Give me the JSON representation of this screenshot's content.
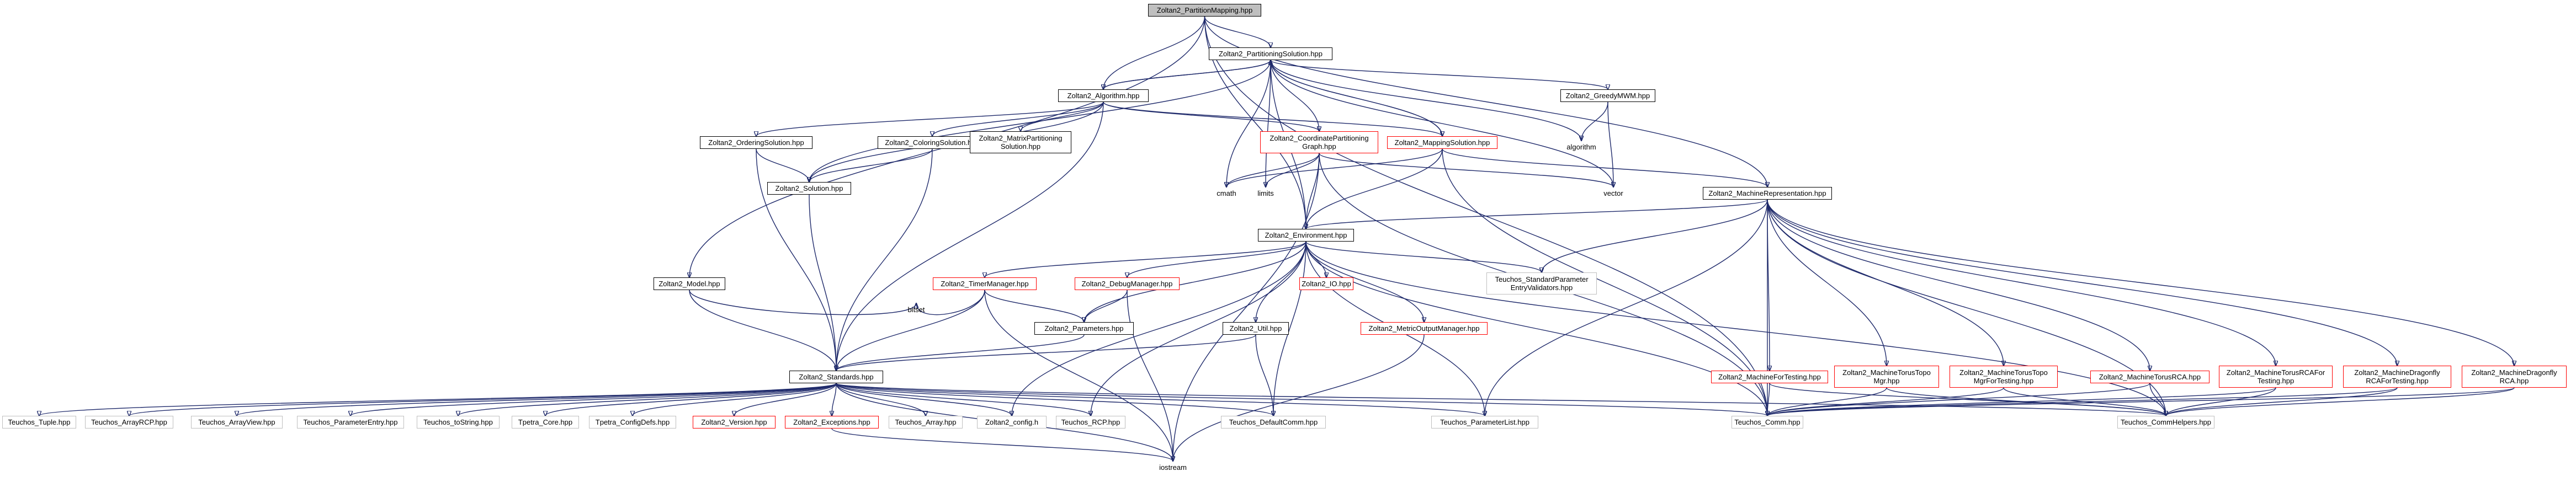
{
  "colors": {
    "edge": "#1f2a6b",
    "root_fill": "#bfbfbf",
    "red_border": "#ff0000",
    "grey_border": "#bfbfbf"
  },
  "nodes": [
    {
      "id": "root",
      "label": "Zoltan2_PartitionMapping.hpp",
      "style": "root"
    },
    {
      "id": "psol",
      "label": "Zoltan2_PartitioningSolution.hpp",
      "style": "normal"
    },
    {
      "id": "alg",
      "label": "Zoltan2_Algorithm.hpp",
      "style": "normal"
    },
    {
      "id": "greedy",
      "label": "Zoltan2_GreedyMWM.hpp",
      "style": "normal"
    },
    {
      "id": "algorithm",
      "label": "algorithm",
      "style": "plain"
    },
    {
      "id": "ordsol",
      "label": "Zoltan2_OrderingSolution.hpp",
      "style": "normal"
    },
    {
      "id": "colsol",
      "label": "Zoltan2_ColoringSolution.hpp",
      "style": "normal"
    },
    {
      "id": "mpsol",
      "label": "Zoltan2_MatrixPartitioning\nSolution.hpp",
      "style": "normal"
    },
    {
      "id": "cpg",
      "label": "Zoltan2_CoordinatePartitioning\nGraph.hpp",
      "style": "red"
    },
    {
      "id": "mapsol",
      "label": "Zoltan2_MappingSolution.hpp",
      "style": "red"
    },
    {
      "id": "sol",
      "label": "Zoltan2_Solution.hpp",
      "style": "normal"
    },
    {
      "id": "cmath",
      "label": "cmath",
      "style": "plain"
    },
    {
      "id": "limits",
      "label": "limits",
      "style": "plain"
    },
    {
      "id": "vector",
      "label": "vector",
      "style": "plain"
    },
    {
      "id": "mrep",
      "label": "Zoltan2_MachineRepresentation.hpp",
      "style": "normal"
    },
    {
      "id": "env",
      "label": "Zoltan2_Environment.hpp",
      "style": "normal"
    },
    {
      "id": "model",
      "label": "Zoltan2_Model.hpp",
      "style": "normal"
    },
    {
      "id": "timer",
      "label": "Zoltan2_TimerManager.hpp",
      "style": "red"
    },
    {
      "id": "debug",
      "label": "Zoltan2_DebugManager.hpp",
      "style": "red"
    },
    {
      "id": "io",
      "label": "Zoltan2_IO.hpp",
      "style": "red"
    },
    {
      "id": "teuspv",
      "label": "Teuchos_StandardParameter\nEntryValidators.hpp",
      "style": "grey"
    },
    {
      "id": "bitset",
      "label": "bitset",
      "style": "plain"
    },
    {
      "id": "params",
      "label": "Zoltan2_Parameters.hpp",
      "style": "normal"
    },
    {
      "id": "util",
      "label": "Zoltan2_Util.hpp",
      "style": "normal"
    },
    {
      "id": "metric",
      "label": "Zoltan2_MetricOutputManager.hpp",
      "style": "red"
    },
    {
      "id": "std",
      "label": "Zoltan2_Standards.hpp",
      "style": "normal"
    },
    {
      "id": "mft",
      "label": "Zoltan2_MachineForTesting.hpp",
      "style": "red"
    },
    {
      "id": "mtm",
      "label": "Zoltan2_MachineTorusTopo\nMgr.hpp",
      "style": "red"
    },
    {
      "id": "mtmt",
      "label": "Zoltan2_MachineTorusTopo\nMgrForTesting.hpp",
      "style": "red"
    },
    {
      "id": "mtrca",
      "label": "Zoltan2_MachineTorusRCA.hpp",
      "style": "red"
    },
    {
      "id": "mtrcat",
      "label": "Zoltan2_MachineTorusRCAFor\nTesting.hpp",
      "style": "red"
    },
    {
      "id": "mdrt",
      "label": "Zoltan2_MachineDragonfly\nRCAForTesting.hpp",
      "style": "red"
    },
    {
      "id": "mdr",
      "label": "Zoltan2_MachineDragonfly\nRCA.hpp",
      "style": "red"
    },
    {
      "id": "tuple",
      "label": "Teuchos_Tuple.hpp",
      "style": "grey"
    },
    {
      "id": "arcp",
      "label": "Teuchos_ArrayRCP.hpp",
      "style": "grey"
    },
    {
      "id": "aview",
      "label": "Teuchos_ArrayView.hpp",
      "style": "grey"
    },
    {
      "id": "pentry",
      "label": "Teuchos_ParameterEntry.hpp",
      "style": "grey"
    },
    {
      "id": "tostr",
      "label": "Teuchos_toString.hpp",
      "style": "grey"
    },
    {
      "id": "tcore",
      "label": "Tpetra_Core.hpp",
      "style": "grey"
    },
    {
      "id": "tconf",
      "label": "Tpetra_ConfigDefs.hpp",
      "style": "grey"
    },
    {
      "id": "ver",
      "label": "Zoltan2_Version.hpp",
      "style": "red"
    },
    {
      "id": "exc",
      "label": "Zoltan2_Exceptions.hpp",
      "style": "red"
    },
    {
      "id": "tarr",
      "label": "Teuchos_Array.hpp",
      "style": "grey"
    },
    {
      "id": "zconf",
      "label": "Zoltan2_config.h",
      "style": "grey"
    },
    {
      "id": "trcp",
      "label": "Teuchos_RCP.hpp",
      "style": "grey"
    },
    {
      "id": "dcomm",
      "label": "Teuchos_DefaultComm.hpp",
      "style": "grey"
    },
    {
      "id": "plist",
      "label": "Teuchos_ParameterList.hpp",
      "style": "grey"
    },
    {
      "id": "tcomm",
      "label": "Teuchos_Comm.hpp",
      "style": "grey"
    },
    {
      "id": "tch",
      "label": "Teuchos_CommHelpers.hpp",
      "style": "grey"
    },
    {
      "id": "iostream",
      "label": "iostream",
      "style": "plain"
    }
  ],
  "edges": [
    [
      "root",
      "psol"
    ],
    [
      "root",
      "alg"
    ],
    [
      "root",
      "model"
    ],
    [
      "root",
      "env"
    ],
    [
      "root",
      "mrep"
    ],
    [
      "root",
      "tcomm"
    ],
    [
      "psol",
      "alg"
    ],
    [
      "psol",
      "greedy"
    ],
    [
      "psol",
      "algorithm"
    ],
    [
      "psol",
      "sol"
    ],
    [
      "psol",
      "cpg"
    ],
    [
      "psol",
      "mapsol"
    ],
    [
      "psol",
      "cmath"
    ],
    [
      "psol",
      "limits"
    ],
    [
      "psol",
      "vector"
    ],
    [
      "psol",
      "env"
    ],
    [
      "alg",
      "psol"
    ],
    [
      "alg",
      "ordsol"
    ],
    [
      "alg",
      "colsol"
    ],
    [
      "alg",
      "mpsol"
    ],
    [
      "alg",
      "cpg"
    ],
    [
      "alg",
      "mapsol"
    ],
    [
      "alg",
      "sol"
    ],
    [
      "alg",
      "std"
    ],
    [
      "greedy",
      "algorithm"
    ],
    [
      "greedy",
      "vector"
    ],
    [
      "ordsol",
      "sol"
    ],
    [
      "ordsol",
      "std"
    ],
    [
      "colsol",
      "sol"
    ],
    [
      "colsol",
      "std"
    ],
    [
      "cpg",
      "cmath"
    ],
    [
      "cpg",
      "limits"
    ],
    [
      "cpg",
      "vector"
    ],
    [
      "cpg",
      "env"
    ],
    [
      "cpg",
      "tcomm"
    ],
    [
      "cpg",
      "iostream"
    ],
    [
      "mapsol",
      "psol"
    ],
    [
      "mapsol",
      "env"
    ],
    [
      "mapsol",
      "mrep"
    ],
    [
      "mapsol",
      "tcomm"
    ],
    [
      "mapsol",
      "cmath"
    ],
    [
      "sol",
      "std"
    ],
    [
      "mrep",
      "env"
    ],
    [
      "mrep",
      "teuspv"
    ],
    [
      "mrep",
      "tcomm"
    ],
    [
      "mrep",
      "plist"
    ],
    [
      "mrep",
      "mft"
    ],
    [
      "mrep",
      "mtm"
    ],
    [
      "mrep",
      "mtmt"
    ],
    [
      "mrep",
      "mtrca"
    ],
    [
      "mrep",
      "mtrcat"
    ],
    [
      "mrep",
      "mdrt"
    ],
    [
      "mrep",
      "mdr"
    ],
    [
      "mrep",
      "tch"
    ],
    [
      "env",
      "timer"
    ],
    [
      "env",
      "debug"
    ],
    [
      "env",
      "io"
    ],
    [
      "env",
      "teuspv"
    ],
    [
      "env",
      "params"
    ],
    [
      "env",
      "util"
    ],
    [
      "env",
      "metric"
    ],
    [
      "env",
      "dcomm"
    ],
    [
      "env",
      "tcomm"
    ],
    [
      "env",
      "plist"
    ],
    [
      "env",
      "trcp"
    ],
    [
      "env",
      "zconf"
    ],
    [
      "env",
      "tch"
    ],
    [
      "model",
      "bitset"
    ],
    [
      "model",
      "std"
    ],
    [
      "timer",
      "bitset"
    ],
    [
      "timer",
      "std"
    ],
    [
      "timer",
      "params"
    ],
    [
      "timer",
      "iostream"
    ],
    [
      "debug",
      "params"
    ],
    [
      "debug",
      "iostream"
    ],
    [
      "params",
      "std"
    ],
    [
      "util",
      "std"
    ],
    [
      "util",
      "dcomm"
    ],
    [
      "metric",
      "iostream"
    ],
    [
      "std",
      "tuple"
    ],
    [
      "std",
      "arcp"
    ],
    [
      "std",
      "aview"
    ],
    [
      "std",
      "pentry"
    ],
    [
      "std",
      "tostr"
    ],
    [
      "std",
      "tcore"
    ],
    [
      "std",
      "tconf"
    ],
    [
      "std",
      "ver"
    ],
    [
      "std",
      "exc"
    ],
    [
      "std",
      "tarr"
    ],
    [
      "std",
      "zconf"
    ],
    [
      "std",
      "trcp"
    ],
    [
      "std",
      "dcomm"
    ],
    [
      "std",
      "plist"
    ],
    [
      "std",
      "tcomm"
    ],
    [
      "std",
      "tch"
    ],
    [
      "std",
      "iostream"
    ],
    [
      "exc",
      "iostream"
    ],
    [
      "mft",
      "tcomm"
    ],
    [
      "mft",
      "tch"
    ],
    [
      "mtm",
      "tcomm"
    ],
    [
      "mtm",
      "tch"
    ],
    [
      "mtmt",
      "tcomm"
    ],
    [
      "mtmt",
      "tch"
    ],
    [
      "mtrca",
      "tcomm"
    ],
    [
      "mtrca",
      "tch"
    ],
    [
      "mtrcat",
      "tcomm"
    ],
    [
      "mtrcat",
      "tch"
    ],
    [
      "mdrt",
      "tcomm"
    ],
    [
      "mdrt",
      "tch"
    ],
    [
      "mdr",
      "tcomm"
    ],
    [
      "mdr",
      "tch"
    ]
  ]
}
